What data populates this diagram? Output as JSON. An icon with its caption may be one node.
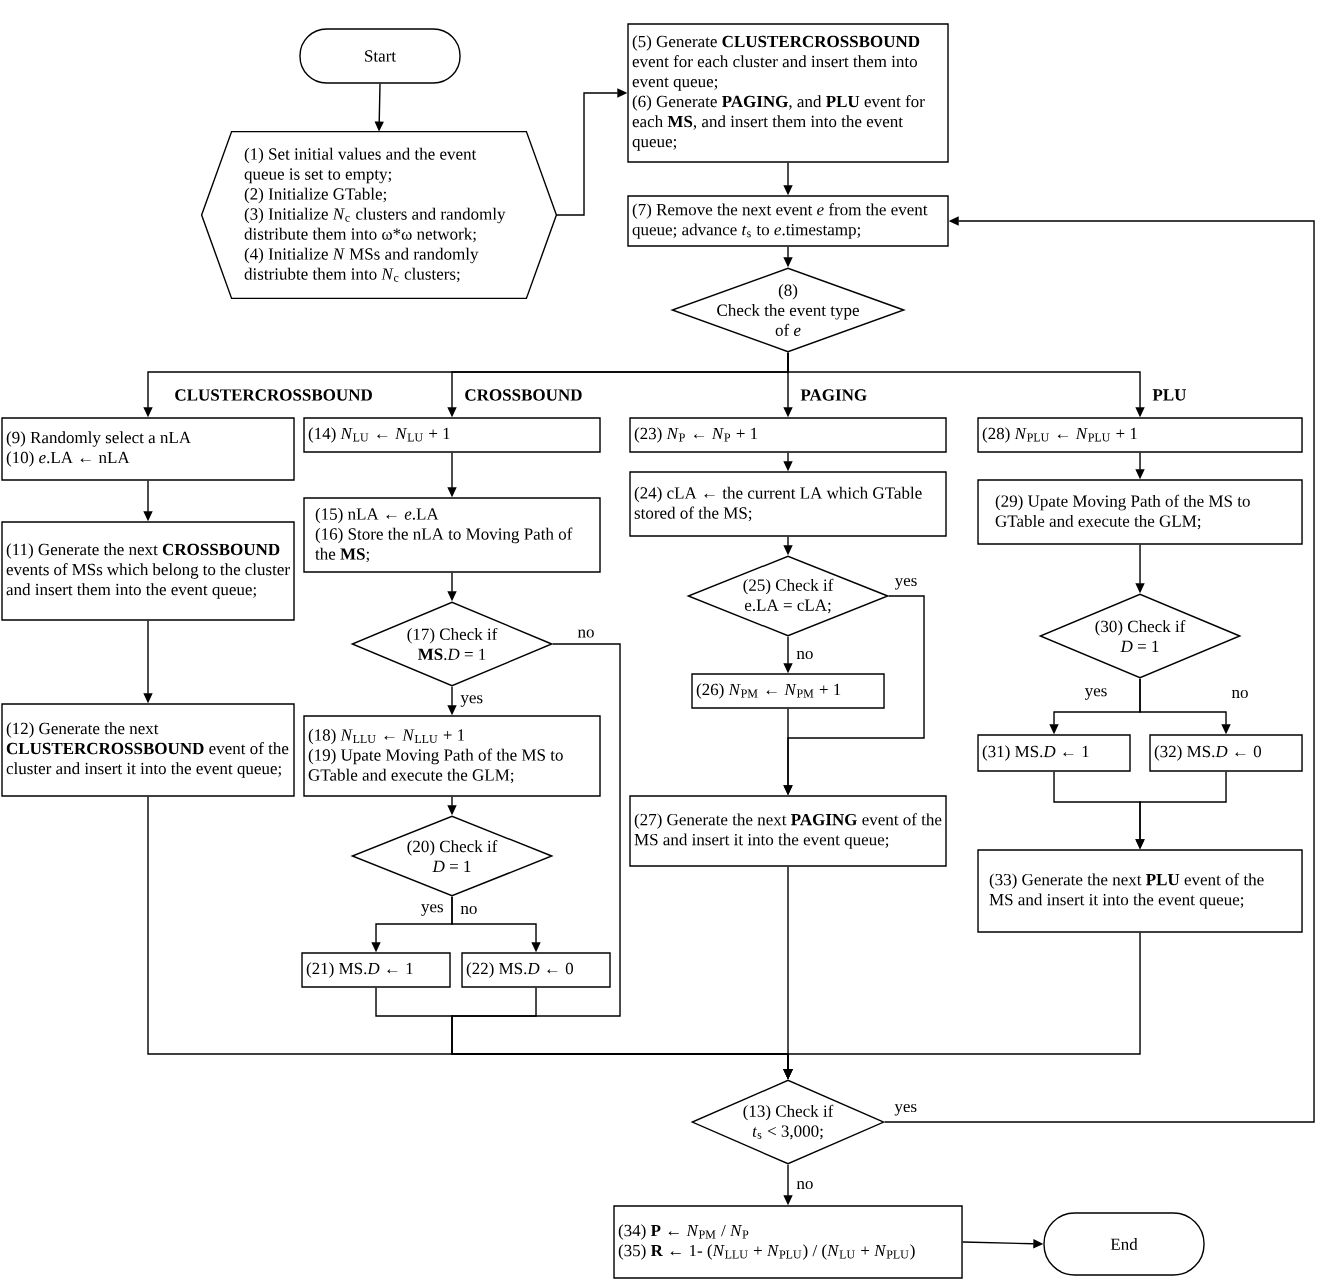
{
  "diagram": {
    "nodes": [
      {
        "text": [
          "Start"
        ]
      },
      {
        "text": [
          "(1) Set initial values and the event queue is set to empty;",
          "(2) Initialize GTable;",
          "(3) Initialize *N*$_{c}$ clusters and randomly distribute them into ω*ω network;",
          "(4) Initialize *N* MSs and randomly distriubte them into *N*$_{c}$ clusters;"
        ]
      },
      {
        "text": [
          "(5) Generate **CLUSTERCROSSBOUND** event for each cluster and insert them into event queue;",
          "(6) Generate **PAGING**, and **PLU** event for each **MS**, and insert them into the event queue;"
        ]
      },
      {
        "text": [
          "(7) Remove the next event *e* from the event queue; advance *t*$_{s}$ to *e*.timestamp;"
        ]
      },
      {
        "text": [
          "(8)",
          "Check the event type of *e*"
        ]
      },
      {
        "text": [
          "(9) Randomly select a nLA",
          "(10) *e*.LA ← nLA"
        ]
      },
      {
        "text": [
          "(11) Generate the next **CROSSBOUND** events of MSs which belong to the cluster and insert them into the event queue;"
        ]
      },
      {
        "text": [
          "(12) Generate the next **CLUSTERCROSSBOUND** event of the cluster and insert it into the event queue;"
        ]
      },
      {
        "text": [
          "(14) *N*$_{LU}$ ← *N*$_{LU}$ + 1"
        ]
      },
      {
        "text": [
          "(15) nLA ← *e*.LA",
          "(16) Store the nLA to Moving Path of the **MS**;"
        ]
      },
      {
        "text": [
          "(17) Check if **MS**.*D* = 1"
        ]
      },
      {
        "text": [
          "(18) *N*$_{LLU}$ ← *N*$_{LLU}$ + 1",
          "(19) Upate Moving Path of the MS to GTable and execute the GLM;"
        ]
      },
      {
        "text": [
          "(20) Check if *D* = 1"
        ]
      },
      {
        "text": [
          "(21) MS.*D* ← 1"
        ]
      },
      {
        "text": [
          "(22) MS.*D* ← 0"
        ]
      },
      {
        "text": [
          "(23) *N*$_{P}$ ← *N*$_{P}$ + 1"
        ]
      },
      {
        "text": [
          "(24) cLA ← the current LA which GTable stored of the MS;"
        ]
      },
      {
        "text": [
          "(25) Check if e.LA = cLA;"
        ]
      },
      {
        "text": [
          "(26) *N*$_{PM}$ ← *N*$_{PM}$ + 1"
        ]
      },
      {
        "text": [
          "(27) Generate the next **PAGING** event of the MS and insert it into the event queue;"
        ]
      },
      {
        "text": [
          "(28) *N*$_{PLU}$ ← *N*$_{PLU}$ + 1"
        ]
      },
      {
        "text": [
          "(29) Upate Moving Path of the MS to GTable and execute the GLM;"
        ]
      },
      {
        "text": [
          "(30) Check if *D* = 1"
        ]
      },
      {
        "text": [
          "(31) MS.*D* ← 1"
        ]
      },
      {
        "text": [
          "(32) MS.*D* ← 0"
        ]
      },
      {
        "text": [
          "(33) Generate the next **PLU** event of the MS and insert it into the event queue;"
        ]
      },
      {
        "text": [
          "(13) Check if *t*$_{s}$ < 3,000;"
        ]
      },
      {
        "text": [
          "(34) **P** ← *N*$_{PM}$ / *N*$_{P}$",
          "(35) **R** ← 1- (*N*$_{LLU}$ + *N*$_{PLU}$) / (*N*$_{LU}$ + *N*$_{PLU}$)"
        ]
      },
      {
        "text": [
          "End"
        ]
      }
    ],
    "edges": [
      {
        "from": 0,
        "to": 1,
        "arrow": "to"
      },
      {
        "from": 1,
        "to": 2,
        "arrow": "to"
      },
      {
        "from": 2,
        "to": 3,
        "arrow": "to"
      },
      {
        "from": 3,
        "to": 4,
        "arrow": "to"
      },
      {
        "from": 4,
        "to": 5,
        "arrow": "to",
        "label": "CLUSTERCROSSBOUND"
      },
      {
        "from": 4,
        "to": 8,
        "arrow": "to",
        "label": "CROSSBOUND"
      },
      {
        "from": 4,
        "to": 15,
        "arrow": "to",
        "label": "PAGING"
      },
      {
        "from": 4,
        "to": 20,
        "arrow": "to",
        "label": "PLU"
      },
      {
        "from": 5,
        "to": 6,
        "arrow": "to"
      },
      {
        "from": 6,
        "to": 7,
        "arrow": "to"
      },
      {
        "from": 7,
        "to": 26,
        "arrow": "to"
      },
      {
        "from": 8,
        "to": 9,
        "arrow": "to"
      },
      {
        "from": 9,
        "to": 10,
        "arrow": "to"
      },
      {
        "from": 10,
        "to": 11,
        "arrow": "to",
        "label": "yes"
      },
      {
        "from": 10,
        "to": 26,
        "arrow": "to",
        "label": "no"
      },
      {
        "from": 11,
        "to": 12,
        "arrow": "to"
      },
      {
        "from": 12,
        "to": 13,
        "arrow": "to",
        "label": "yes"
      },
      {
        "from": 12,
        "to": 14,
        "arrow": "to",
        "label": "no"
      },
      {
        "from": 13,
        "to": 26,
        "arrow": "to"
      },
      {
        "from": 14,
        "to": 26,
        "arrow": "to"
      },
      {
        "from": 15,
        "to": 16,
        "arrow": "to"
      },
      {
        "from": 16,
        "to": 17,
        "arrow": "to"
      },
      {
        "from": 17,
        "to": 18,
        "arrow": "to",
        "label": "no"
      },
      {
        "from": 17,
        "to": 19,
        "arrow": "to",
        "label": "yes"
      },
      {
        "from": 18,
        "to": 19,
        "arrow": "to"
      },
      {
        "from": 19,
        "to": 26,
        "arrow": "to"
      },
      {
        "from": 20,
        "to": 21,
        "arrow": "to"
      },
      {
        "from": 21,
        "to": 22,
        "arrow": "to"
      },
      {
        "from": 22,
        "to": 23,
        "arrow": "to",
        "label": "yes"
      },
      {
        "from": 22,
        "to": 24,
        "arrow": "to",
        "label": "no"
      },
      {
        "from": 23,
        "to": 25,
        "arrow": "to"
      },
      {
        "from": 24,
        "to": 25,
        "arrow": "to"
      },
      {
        "from": 25,
        "to": 26,
        "arrow": "to"
      },
      {
        "from": 26,
        "to": 3,
        "arrow": "to",
        "label": "yes"
      },
      {
        "from": 26,
        "to": 27,
        "arrow": "to",
        "label": "no"
      },
      {
        "from": 27,
        "to": 28,
        "arrow": "to"
      }
    ]
  }
}
